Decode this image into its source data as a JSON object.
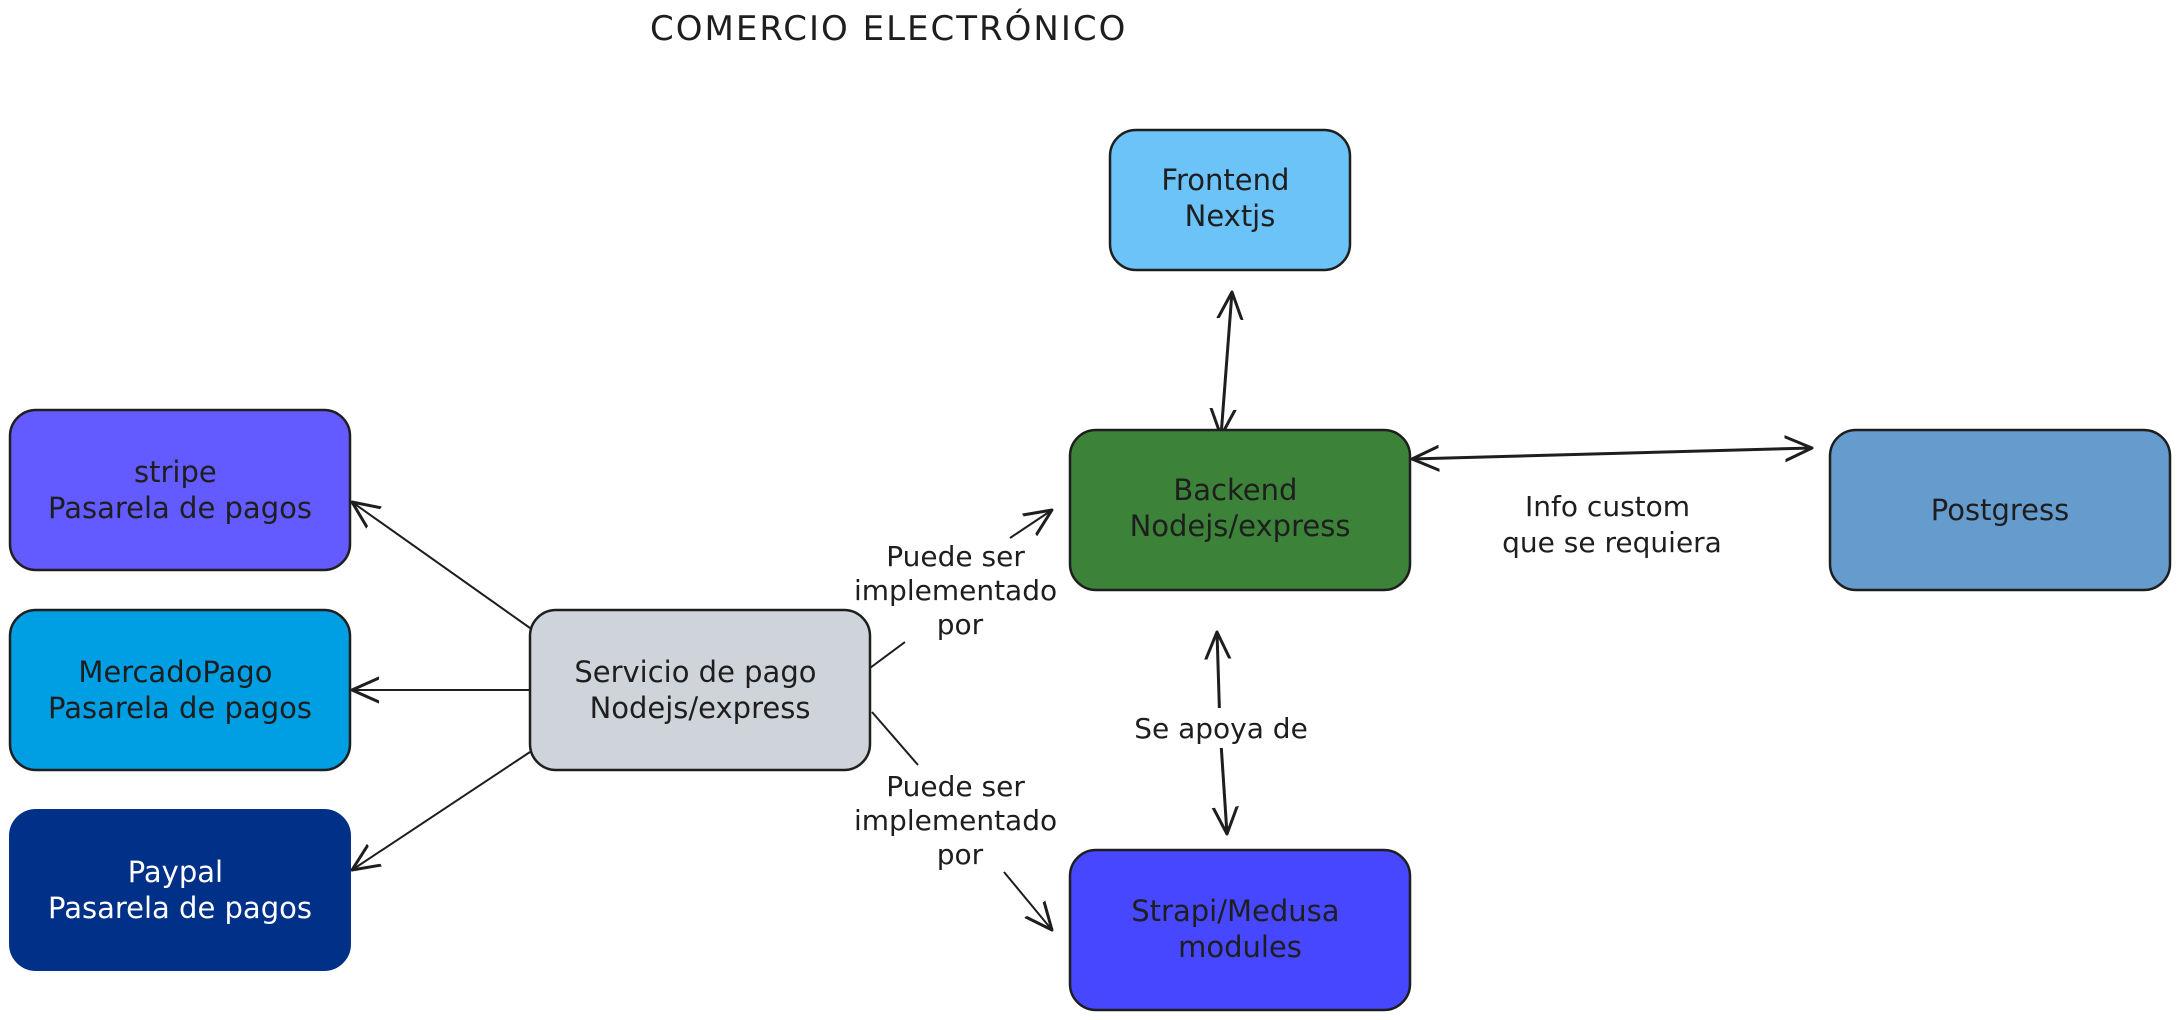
{
  "title": "COMERCIO ELECTRÓNICO",
  "nodes": {
    "frontend": {
      "lines": [
        "Frontend",
        "Nextjs"
      ],
      "fill": "#6cc3f8",
      "text_color": "#1e1e1e"
    },
    "backend": {
      "lines": [
        "Backend",
        "Nodejs/express"
      ],
      "fill": "#3c8239",
      "text_color": "#1e1e1e"
    },
    "postgress": {
      "lines": [
        "Postgress"
      ],
      "fill": "#659ccd",
      "text_color": "#1e1e1e"
    },
    "strapi": {
      "lines": [
        "Strapi/Medusa",
        "modules"
      ],
      "fill": "#4747ff",
      "text_color": "#1e1e1e"
    },
    "servicio": {
      "lines": [
        "Servicio de pago",
        "Nodejs/express"
      ],
      "fill": "#ced4da",
      "text_color": "#1e1e1e"
    },
    "stripe": {
      "lines": [
        "stripe",
        "Pasarela de pagos"
      ],
      "fill": "#635bff",
      "text_color": "#1e1e1e"
    },
    "mercadopago": {
      "lines": [
        "MercadoPago",
        "Pasarela de pagos"
      ],
      "fill": "#009ee3",
      "text_color": "#1e1e1e"
    },
    "paypal": {
      "lines": [
        "Paypal",
        "Pasarela de pagos"
      ],
      "fill": "#003087",
      "text_color": "#ffffff"
    }
  },
  "edge_labels": {
    "info_custom": [
      "Info custom",
      "que se requiera"
    ],
    "se_apoya": [
      "Se apoya de"
    ],
    "puede_upper": [
      "Puede ser",
      "implementado",
      "por"
    ],
    "puede_lower": [
      "Puede ser",
      "implementado",
      "por"
    ]
  },
  "colors": {
    "stroke": "#1e1e1e",
    "background": "#ffffff"
  }
}
